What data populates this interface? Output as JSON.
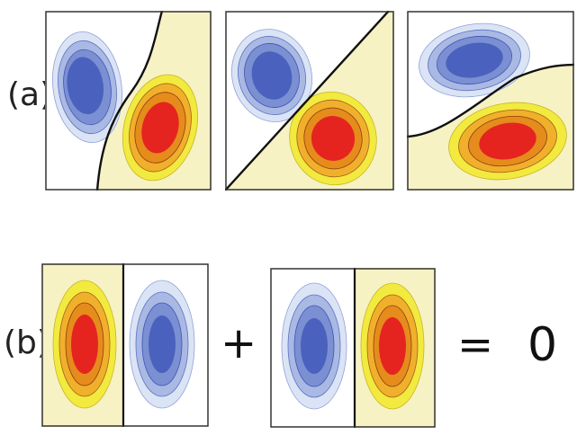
{
  "figure": {
    "row_a": {
      "label": "(a)",
      "panels": [
        {
          "name": "panel-a1",
          "node_line": "curve"
        },
        {
          "name": "panel-a2",
          "node_line": "diagonal"
        },
        {
          "name": "panel-a3",
          "node_line": "curve-low"
        }
      ]
    },
    "row_b": {
      "label": "(b)",
      "plus": "+",
      "equals": "=",
      "result": "0"
    }
  },
  "colors": {
    "blue_outer": "#dbe4f5",
    "blue_2": "#a9b9e3",
    "blue_3": "#7b8fd3",
    "blue_core": "#4a62bd",
    "warm_bg": "#f6f2c4",
    "yellow": "#f2ea3e",
    "orange": "#f0b02c",
    "dark_orange": "#e58c1c",
    "red": "#e52420"
  }
}
